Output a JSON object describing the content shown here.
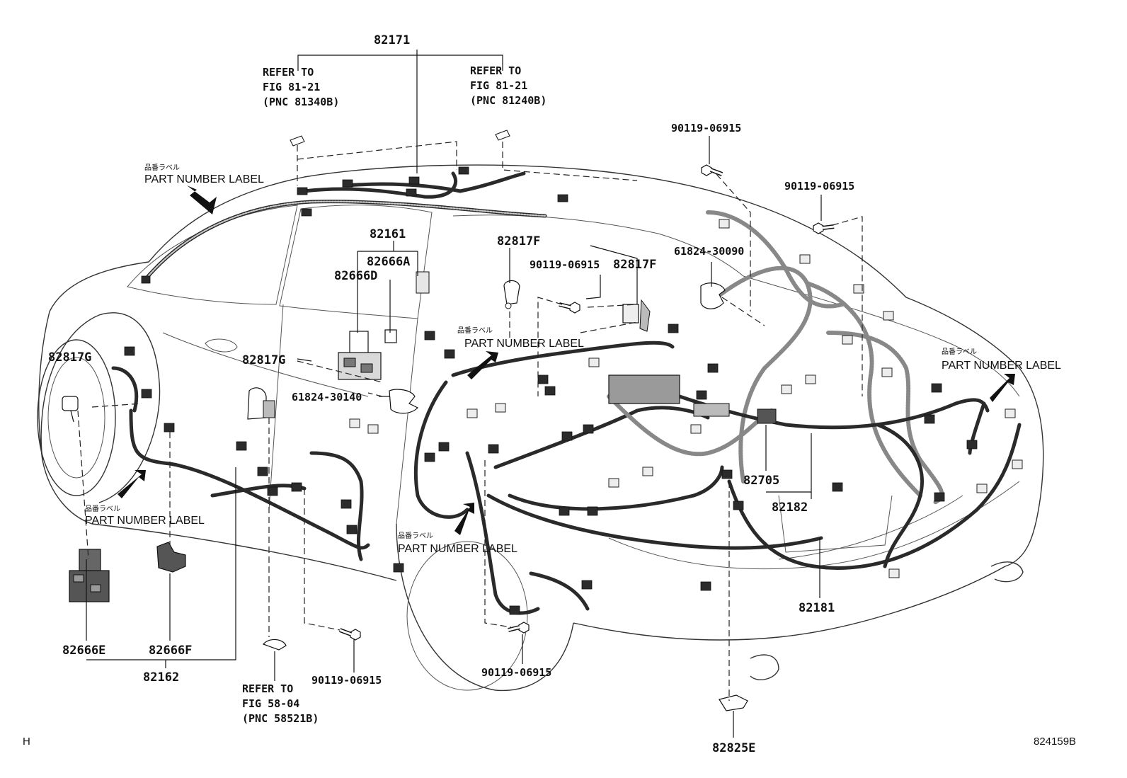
{
  "parts": {
    "p82171": "82171",
    "p82161": "82161",
    "p82666A": "82666A",
    "p82666D": "82666D",
    "p82817F_a": "82817F",
    "p82817F_b": "82817F",
    "p90119_bolt_center": "90119-06915",
    "p90119_top": "90119-06915",
    "p90119_right": "90119-06915",
    "p90119_bottom_mid": "90119-06915",
    "p90119_bottom_center": "90119-06915",
    "p61824_30090": "61824-30090",
    "p61824_30140": "61824-30140",
    "p82817G_left": "82817G",
    "p82817G_mid": "82817G",
    "p82705": "82705",
    "p82182": "82182",
    "p82181": "82181",
    "p82666E": "82666E",
    "p82666F": "82666F",
    "p82162": "82162",
    "p82825E": "82825E"
  },
  "refs": {
    "left": [
      "REFER TO",
      "FIG 81-21",
      "(PNC 81340B)"
    ],
    "right": [
      "REFER TO",
      "FIG 81-21",
      "(PNC 81240B)"
    ],
    "bottom": [
      "REFER TO",
      "FIG 58-04",
      "(PNC 58521B)"
    ]
  },
  "labels": {
    "jp": "品番ラベル",
    "en": "PART NUMBER LABEL"
  },
  "corner": {
    "left": "H",
    "right": "824159B"
  }
}
